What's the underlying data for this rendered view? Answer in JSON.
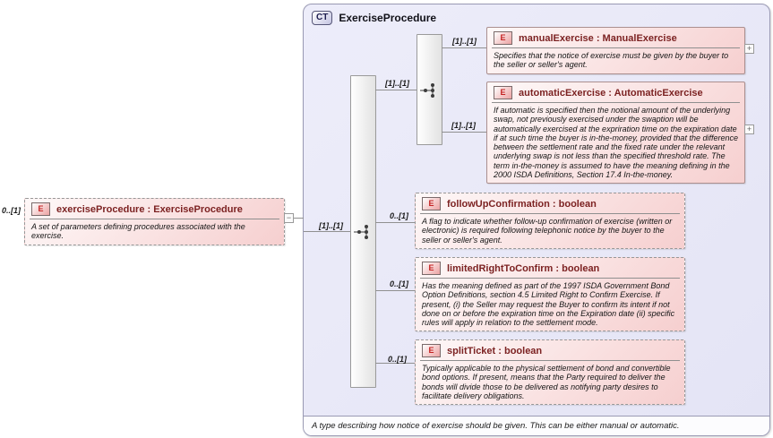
{
  "colors": {
    "container_fill": "#e8e8f7",
    "element_fill": "#f6cfcf",
    "element_name_text": "#7c2222",
    "connector_line": "#909090",
    "badge_letter": "#c42222"
  },
  "root_element": {
    "outer_cardinality": "0..[1]",
    "badge": "E",
    "label": "exerciseProcedure : ExerciseProcedure",
    "annotation": "A set of parameters defining procedures associated with the exercise.",
    "collapse_symbol": "−"
  },
  "complex_type": {
    "badge": "CT",
    "title": "ExerciseProcedure",
    "annotation": "A type describing how notice of exercise should be given. This can be either manual or automatic.",
    "sequence_cardinality": "[1]..[1]",
    "choice_cardinality": "[1]..[1]"
  },
  "elements": [
    {
      "badge": "E",
      "label": "manualExercise : ManualExercise",
      "cardinality": "[1]..[1]",
      "annotation": "Specifies that the notice of exercise must be given by the buyer to the seller or seller's agent.",
      "expand_symbol": "+"
    },
    {
      "badge": "E",
      "label": "automaticExercise : AutomaticExercise",
      "cardinality": "[1]..[1]",
      "annotation": "If automatic is specified then the notional amount of the underlying swap, not previously exercised under the swaption will be automatically exercised at the expriration time on the expiration date if at such time the buyer is in-the-money, provided that the difference between the settlement rate and the fixed rate under the relevant underlying swap is not less than the specified threshold rate. The term in-the-money is assumed to have the meaning defining in the 2000 ISDA Definitions, Section 17.4 In-the-money.",
      "expand_symbol": "+"
    },
    {
      "badge": "E",
      "label": "followUpConfirmation : boolean",
      "cardinality": "0..[1]",
      "annotation": "A flag to indicate whether follow-up confirmation of exercise (written or electronic) is required following telephonic notice by the buyer to the seller or seller's agent."
    },
    {
      "badge": "E",
      "label": "limitedRightToConfirm : boolean",
      "cardinality": "0..[1]",
      "annotation": "Has the meaning defined as part of the 1997 ISDA Government Bond Option Definitions, section 4.5 Limited Right to Confirm Exercise. If present, (i) the Seller may request the Buyer to confirm its intent if not done on or before the expiration time on the Expiration date (ii) specific rules will apply in relation to the settlement mode."
    },
    {
      "badge": "E",
      "label": "splitTicket : boolean",
      "cardinality": "0..[1]",
      "annotation": "Typically applicable to the physical settlement of bond and convertible bond options. If present, means that the Party required to deliver the bonds will divide those to be delivered as notifying party desires to facilitate delivery obligations."
    }
  ]
}
